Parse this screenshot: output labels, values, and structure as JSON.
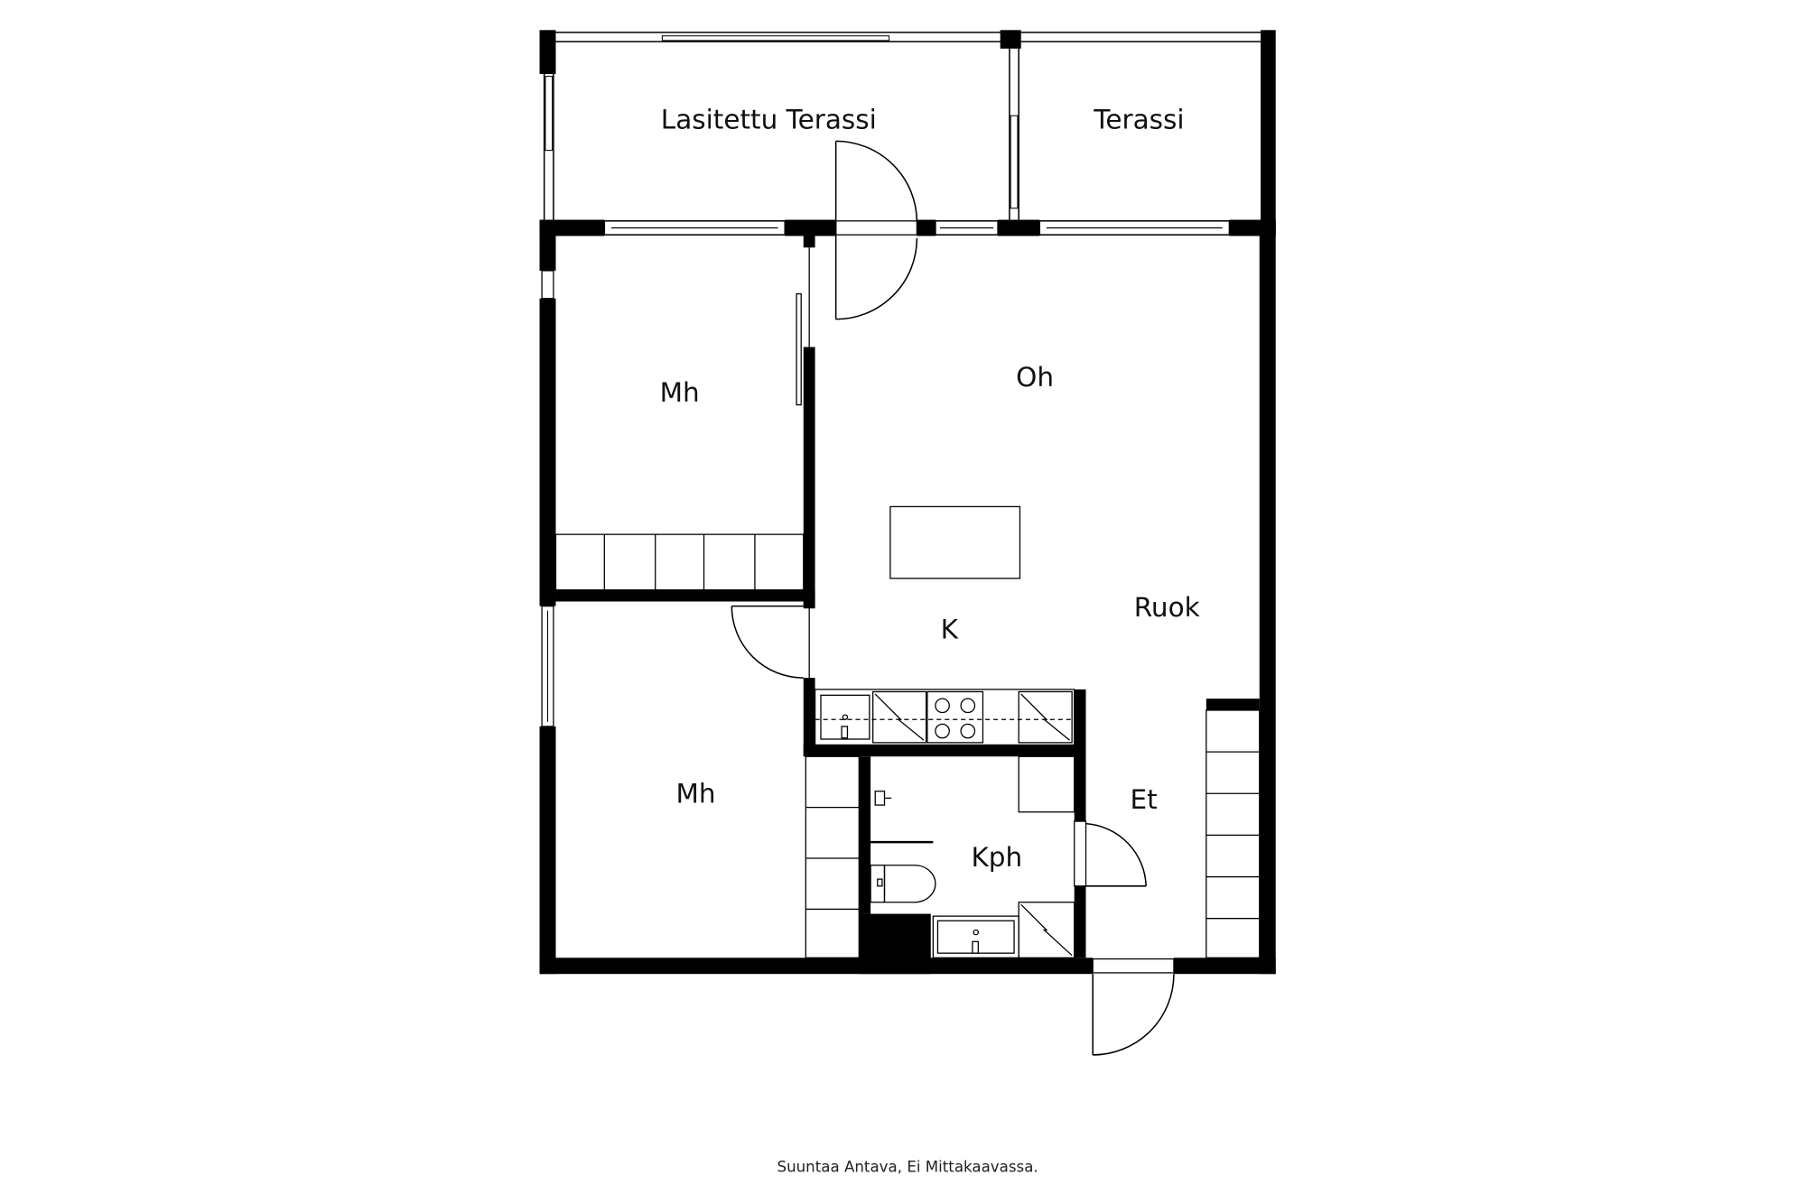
{
  "rooms": {
    "lasitettu_terassi": "Lasitettu Terassi",
    "terassi": "Terassi",
    "mh_upper": "Mh",
    "oh": "Oh",
    "k": "K",
    "ruok": "Ruok",
    "mh_lower": "Mh",
    "kph": "Kph",
    "et": "Et"
  },
  "footer": {
    "note": "Suuntaa Antava, Ei Mittakaavassa."
  }
}
